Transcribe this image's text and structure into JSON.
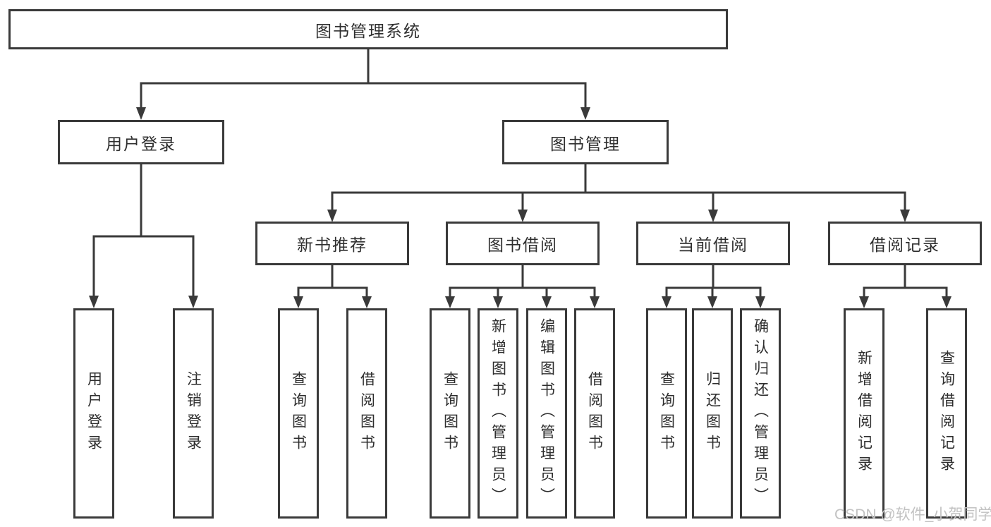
{
  "colors": {
    "line": "#3a3a3a",
    "text": "#2e2e2e",
    "watermark": "#c2c2c2",
    "background": "#ffffff"
  },
  "watermark": {
    "text": "CSDN @软件_小贺同学"
  },
  "tree": {
    "label": "图书管理系统",
    "children": [
      {
        "label": "用户登录",
        "children": [
          {
            "label": "用户登录"
          },
          {
            "label": "注销登录"
          }
        ]
      },
      {
        "label": "图书管理",
        "children": [
          {
            "label": "新书推荐",
            "children": [
              {
                "label": "查询图书"
              },
              {
                "label": "借阅图书"
              }
            ]
          },
          {
            "label": "图书借阅",
            "children": [
              {
                "label": "查询图书"
              },
              {
                "label": "新增图书（管理员）"
              },
              {
                "label": "编辑图书（管理员）"
              },
              {
                "label": "借阅图书"
              }
            ]
          },
          {
            "label": "当前借阅",
            "children": [
              {
                "label": "查询图书"
              },
              {
                "label": "归还图书"
              },
              {
                "label": "确认归还（管理员）"
              }
            ]
          },
          {
            "label": "借阅记录",
            "children": [
              {
                "label": "新增借阅记录"
              },
              {
                "label": "查询借阅记录"
              }
            ]
          }
        ]
      }
    ]
  }
}
